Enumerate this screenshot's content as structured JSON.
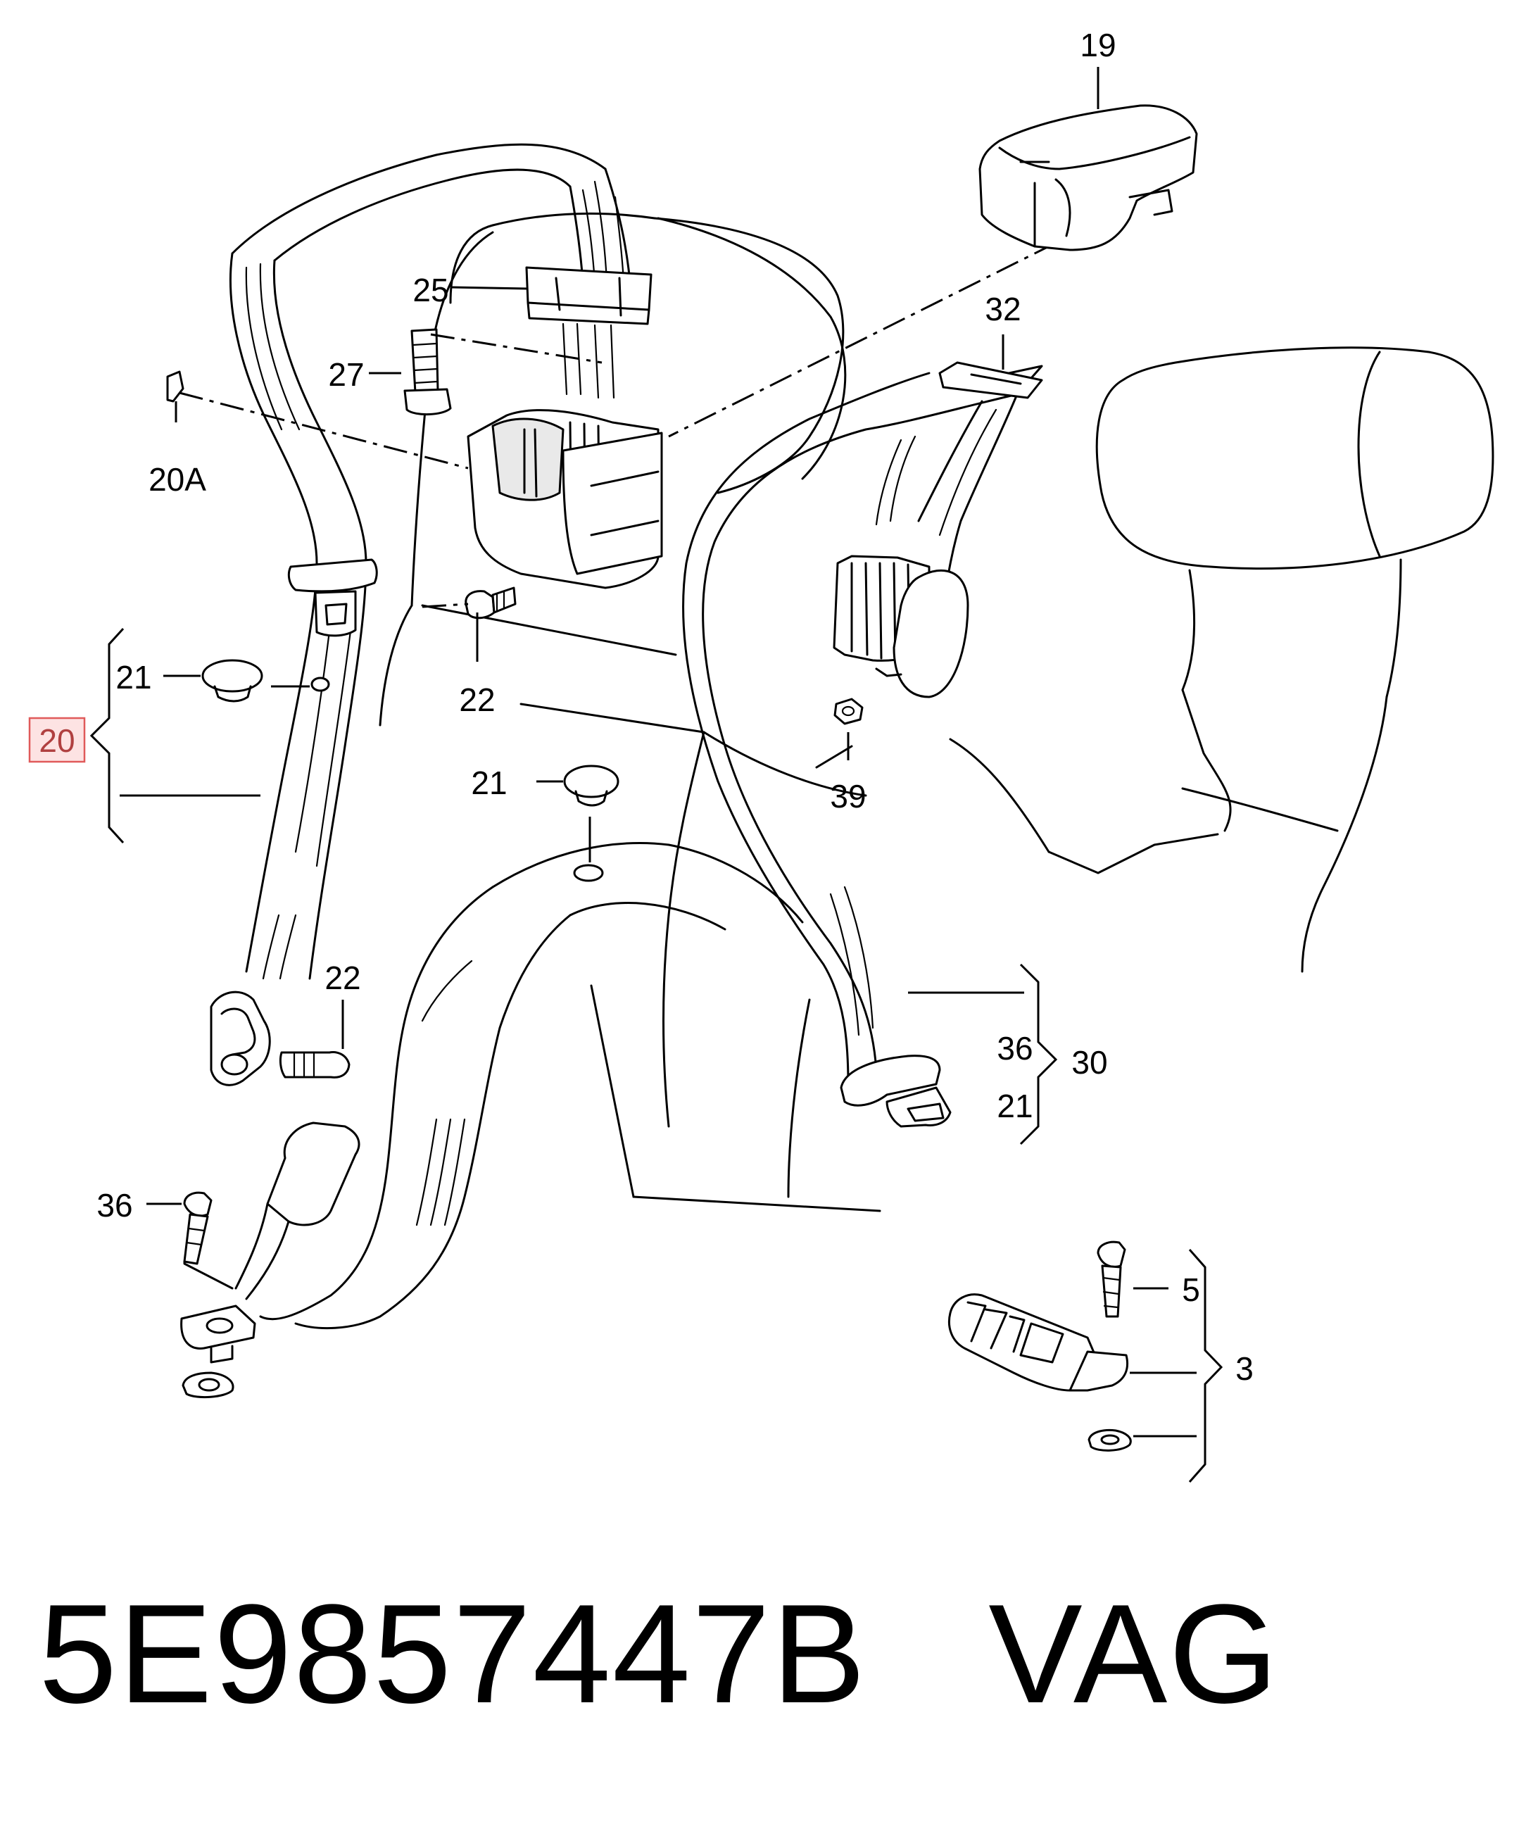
{
  "callouts": {
    "c19": "19",
    "c25": "25",
    "c27": "27",
    "c20a": "20A",
    "c32": "32",
    "c21_top": "21",
    "c20": "20",
    "c22_mid": "22",
    "c21_mid": "21",
    "c39": "39",
    "c22_low": "22",
    "c36_right": "36",
    "c30": "30",
    "c21_right": "21",
    "c36_left": "36",
    "c5": "5",
    "c3": "3"
  },
  "part_number": "5E9857447B",
  "brand": "VAG",
  "highlight_color": "#e05a5a"
}
